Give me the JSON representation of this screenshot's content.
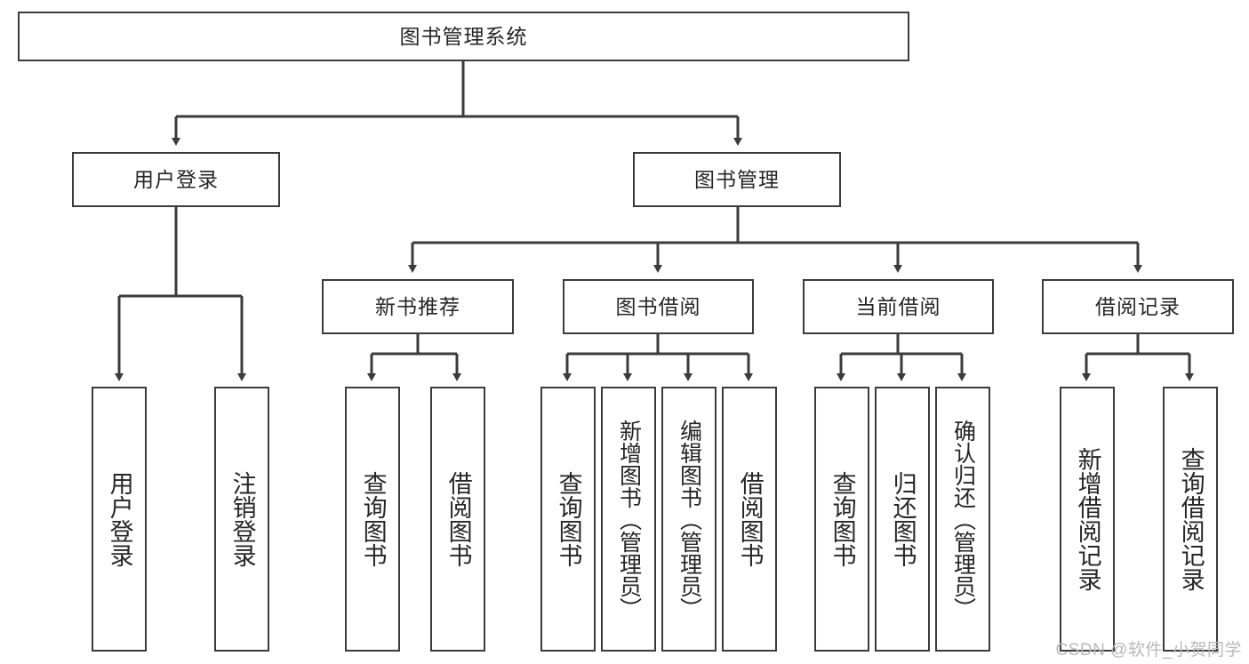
{
  "diagram": {
    "type": "tree",
    "title": "图书管理系统",
    "root": {
      "label": "图书管理系统"
    },
    "level2": [
      {
        "label": "用户登录"
      },
      {
        "label": "图书管理"
      }
    ],
    "level3": [
      {
        "label": "新书推荐"
      },
      {
        "label": "图书借阅"
      },
      {
        "label": "当前借阅"
      },
      {
        "label": "借阅记录"
      }
    ],
    "leaves": {
      "user_login": [
        {
          "label": "用户登录"
        },
        {
          "label": "注销登录"
        }
      ],
      "new_book_recommend": [
        {
          "label": "查询图书"
        },
        {
          "label": "借阅图书"
        }
      ],
      "book_borrow": [
        {
          "label": "查询图书"
        },
        {
          "label": "新增图书（管理员）"
        },
        {
          "label": "编辑图书（管理员）"
        },
        {
          "label": "借阅图书"
        }
      ],
      "current_borrow": [
        {
          "label": "查询图书"
        },
        {
          "label": "归还图书"
        },
        {
          "label": "确认归还（管理员）"
        }
      ],
      "borrow_record": [
        {
          "label": "新增借阅记录"
        },
        {
          "label": "查询借阅记录"
        }
      ]
    }
  },
  "watermark": {
    "text": "CSDN @软件_小贺同学"
  },
  "colors": {
    "stroke": "#3b3b3b",
    "text": "#262626",
    "background": "#ffffff",
    "watermark": "#b9b9b9"
  }
}
